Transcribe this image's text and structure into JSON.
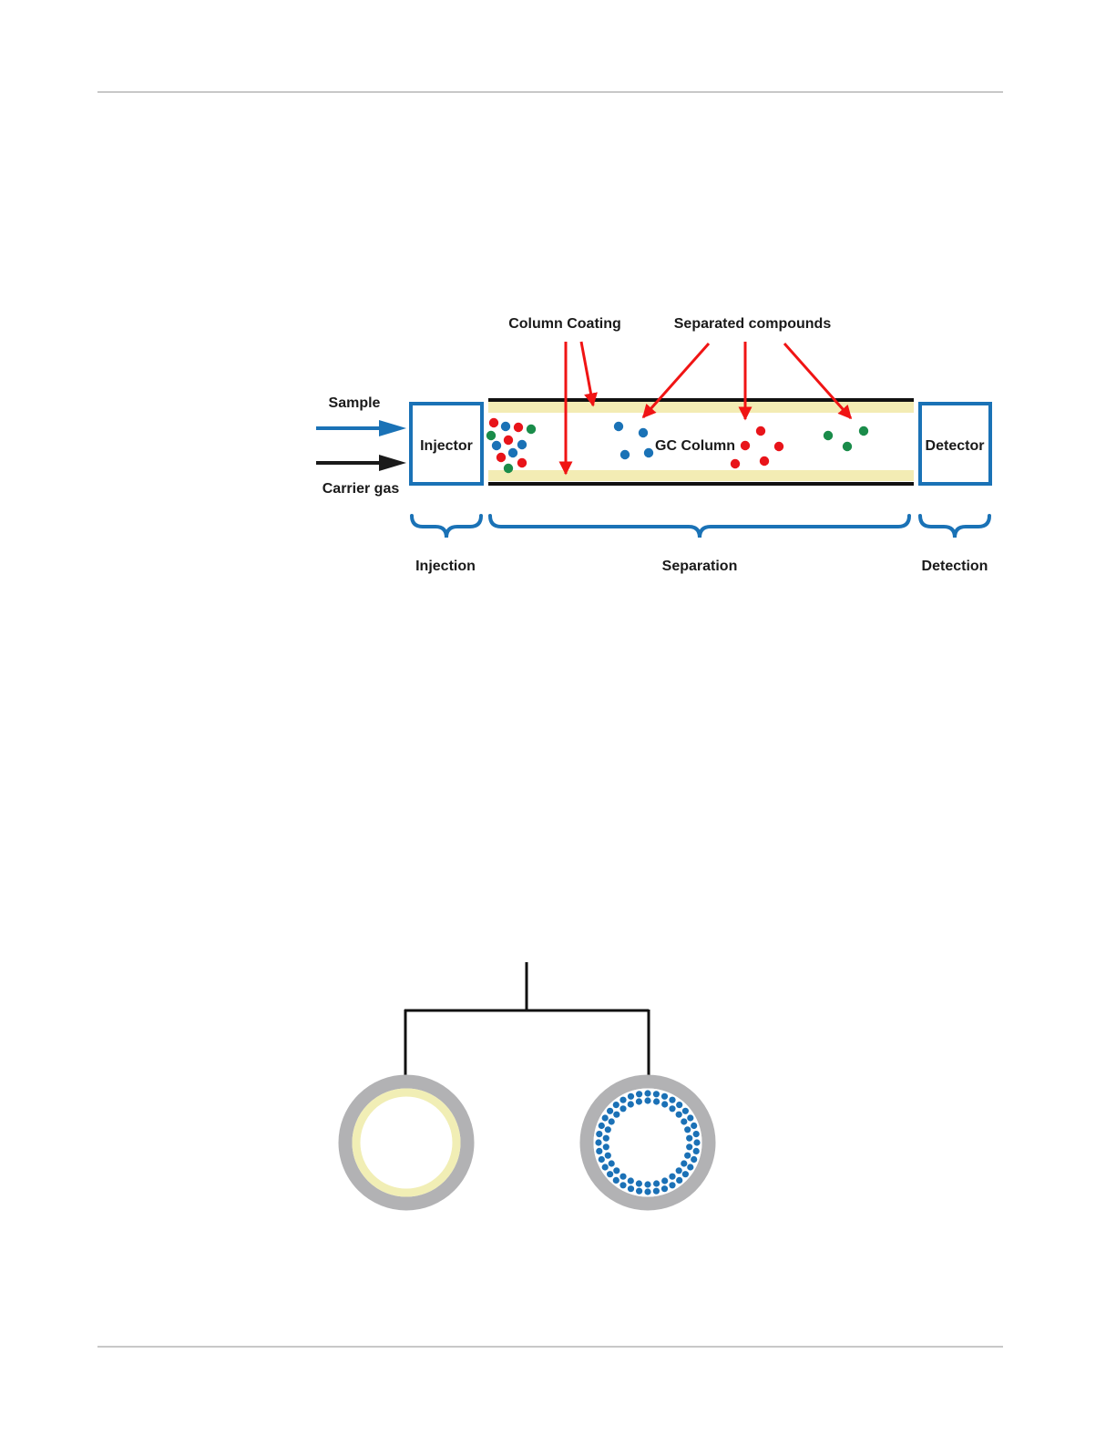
{
  "colors": {
    "rule": "#a6a6a6",
    "blue": "#1a72b6",
    "red": "#e8141a",
    "green": "#1a8c4a",
    "coating": "#f3ecb4",
    "tube": "#111111",
    "arrow_red": "#f01414",
    "wall_gray": "#b2b2b4",
    "film_yellow": "#f1eeb5",
    "particle_blue": "#1b71b6"
  },
  "gc_diagram": {
    "labels": {
      "column_coating": "Column Coating",
      "separated_compounds": "Separated compounds",
      "sample": "Sample",
      "carrier_gas": "Carrier gas",
      "injector": "Injector",
      "gc_column": "GC Column",
      "detector": "Detector"
    },
    "stages": {
      "injection": "Injection",
      "separation": "Separation",
      "detection": "Detection"
    }
  },
  "column_types": {
    "left": {
      "icon": "wall-coated-column-icon"
    },
    "right": {
      "icon": "packed-column-icon"
    }
  }
}
